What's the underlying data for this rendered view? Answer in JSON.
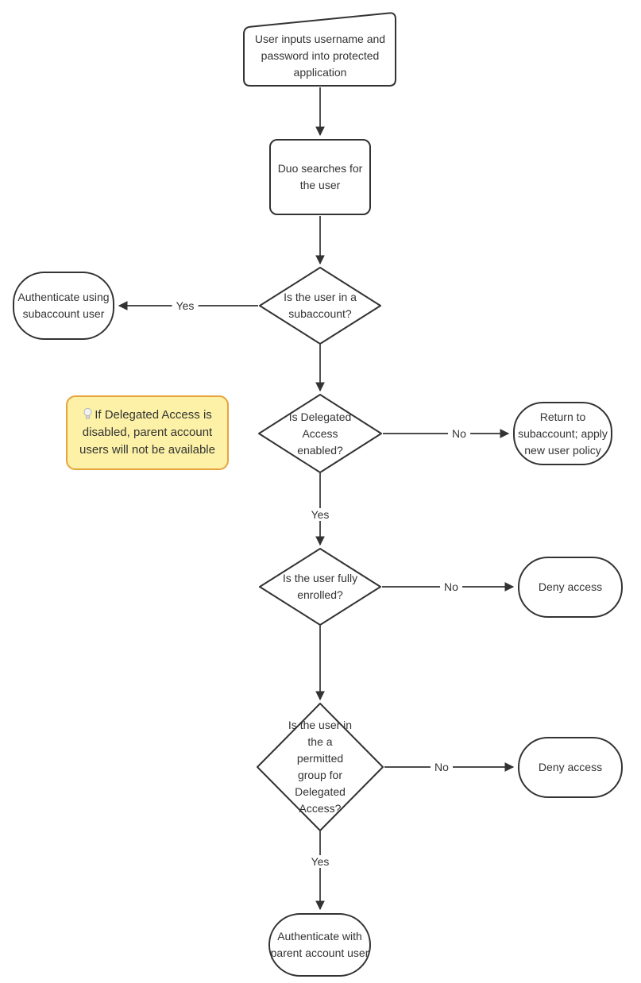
{
  "diagram": {
    "type": "flowchart",
    "background": "#ffffff",
    "stroke_color": "#333333",
    "text_color": "#333333",
    "nodes": [
      {
        "id": "input",
        "shape": "manual-input",
        "text": "User inputs username and password into protected application"
      },
      {
        "id": "search",
        "shape": "rounded-rect",
        "text": "Duo searches for the user"
      },
      {
        "id": "subaccount",
        "shape": "diamond",
        "text": "Is the user in a subaccount?"
      },
      {
        "id": "auth_sub",
        "shape": "pill",
        "text": "Authenticate using subaccount user"
      },
      {
        "id": "delegated",
        "shape": "diamond",
        "text": "Is Delegated Access enabled?"
      },
      {
        "id": "return_sub",
        "shape": "pill",
        "text": "Return to subaccount; apply new user policy"
      },
      {
        "id": "enrolled",
        "shape": "diamond",
        "text": "Is the user fully enrolled?"
      },
      {
        "id": "deny1",
        "shape": "pill",
        "text": "Deny access"
      },
      {
        "id": "permitted",
        "shape": "diamond",
        "text": "Is the user in the a permitted group for Delegated Access?"
      },
      {
        "id": "deny2",
        "shape": "pill",
        "text": "Deny access"
      },
      {
        "id": "auth_parent",
        "shape": "pill",
        "text": "Authenticate with parent account user"
      }
    ],
    "edges": [
      {
        "from": "input",
        "to": "search",
        "label": ""
      },
      {
        "from": "search",
        "to": "subaccount",
        "label": ""
      },
      {
        "from": "subaccount",
        "to": "auth_sub",
        "label": "Yes"
      },
      {
        "from": "subaccount",
        "to": "delegated",
        "label": ""
      },
      {
        "from": "delegated",
        "to": "return_sub",
        "label": "No"
      },
      {
        "from": "delegated",
        "to": "enrolled",
        "label": "Yes"
      },
      {
        "from": "enrolled",
        "to": "deny1",
        "label": "No"
      },
      {
        "from": "enrolled",
        "to": "permitted",
        "label": ""
      },
      {
        "from": "permitted",
        "to": "deny2",
        "label": "No"
      },
      {
        "from": "permitted",
        "to": "auth_parent",
        "label": "Yes"
      }
    ],
    "note": {
      "icon": "💡",
      "text": "If Delegated Access is disabled, parent account users will not be available",
      "fill": "#fcf1a6",
      "border": "#e8a33d"
    }
  }
}
